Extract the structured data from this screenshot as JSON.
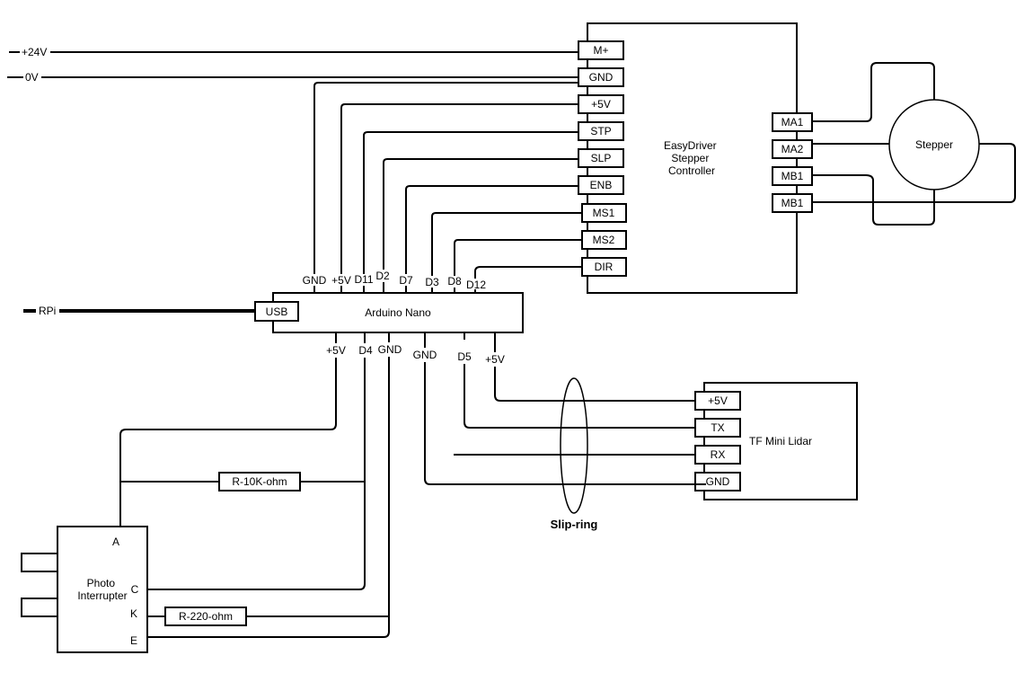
{
  "power": {
    "v24": "+24V",
    "v0": "0V"
  },
  "rpi": "RPi",
  "easydriver": {
    "title_lines": [
      "EasyDriver",
      "Stepper",
      "Controller"
    ],
    "pins_left": [
      "M+",
      "GND",
      "+5V",
      "STP",
      "SLP",
      "ENB",
      "MS1",
      "MS2",
      "DIR"
    ],
    "pins_right": [
      "MA1",
      "MA2",
      "MB1",
      "MB1"
    ]
  },
  "stepper": "Stepper",
  "nano": {
    "title": "Arduino Nano",
    "usb": "USB",
    "top_pins": [
      "GND",
      "+5V",
      "D11",
      "D2",
      "D7",
      "D3",
      "D8",
      "D12"
    ],
    "bottom_pins": [
      "+5V",
      "D4",
      "GND",
      "GND",
      "D5",
      "+5V"
    ]
  },
  "lidar": {
    "title": "TF Mini Lidar",
    "pins": [
      "+5V",
      "TX",
      "RX",
      "GND"
    ]
  },
  "slipring": "Slip-ring",
  "resistors": {
    "r10k": "R-10K-ohm",
    "r220": "R-220-ohm"
  },
  "photo": {
    "title_lines": [
      "Photo",
      "Interrupter"
    ],
    "pins": [
      "A",
      "C",
      "K",
      "E"
    ]
  }
}
